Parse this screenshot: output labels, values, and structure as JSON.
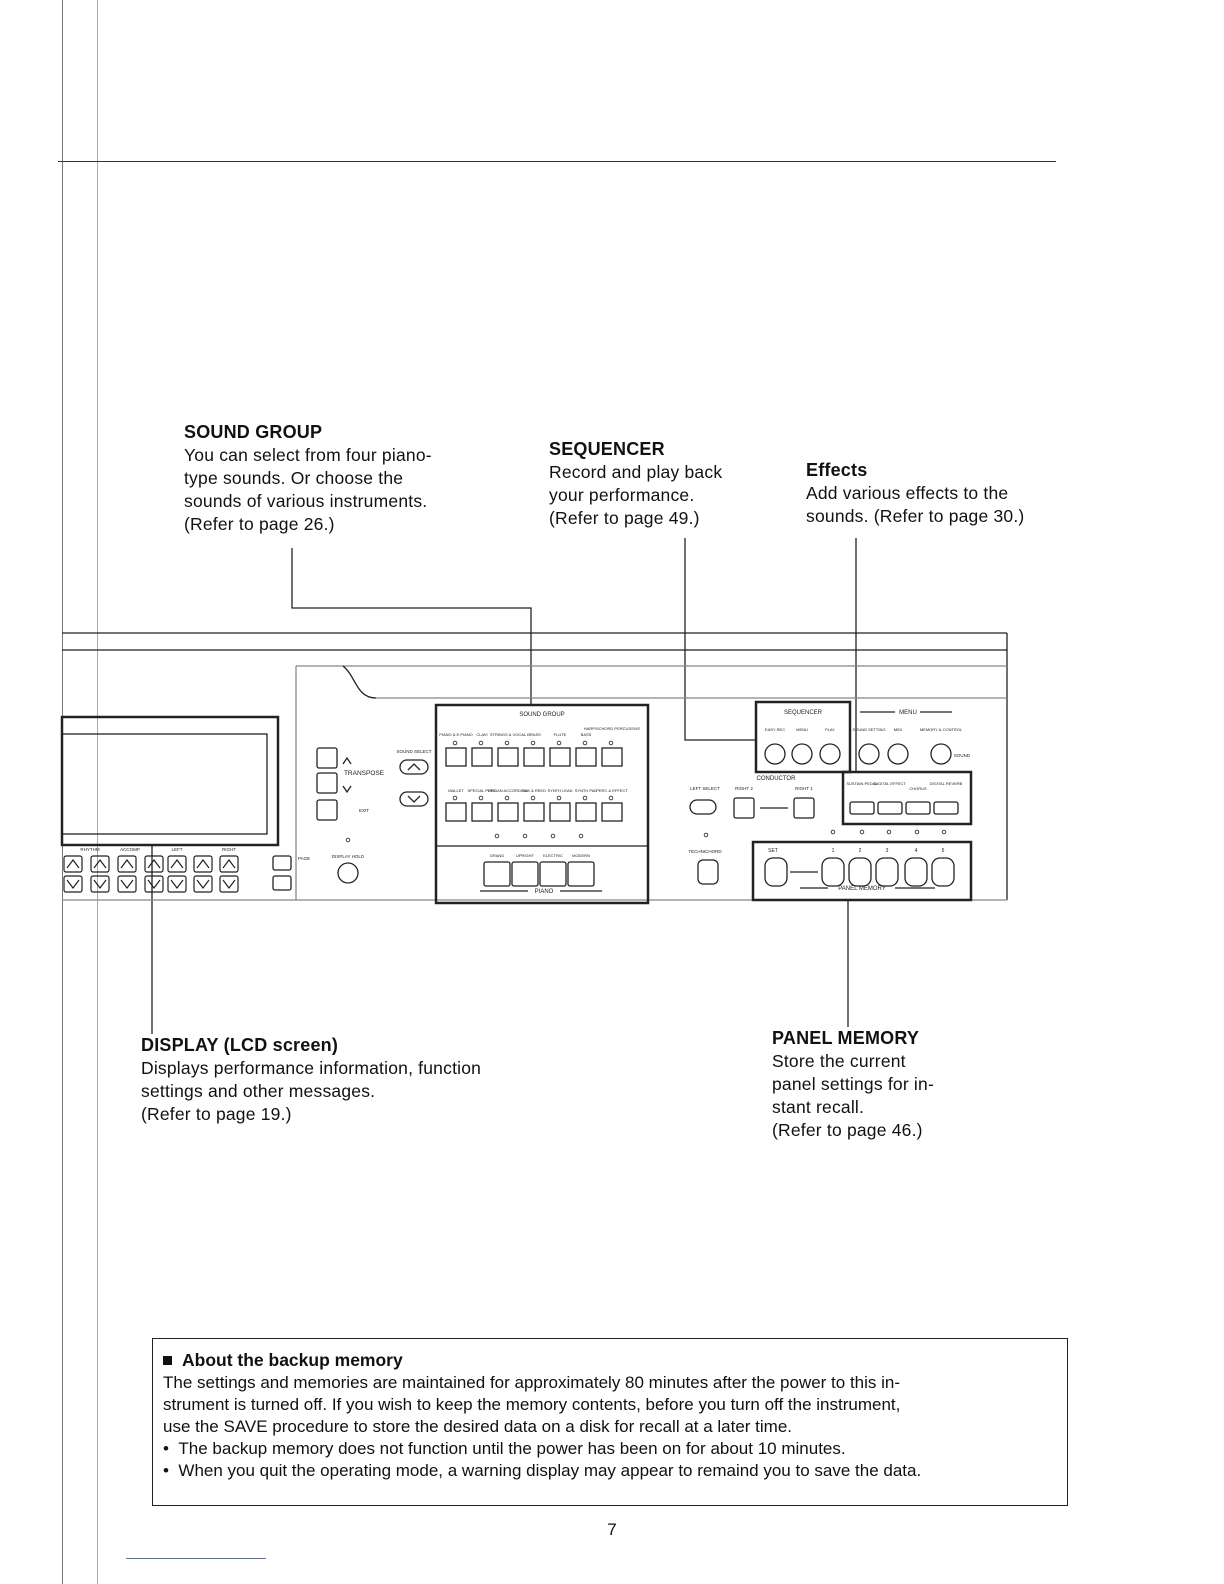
{
  "callouts": {
    "sound_group": {
      "title": "SOUND GROUP",
      "lines": [
        "You can select from four piano-",
        "type sounds. Or choose the",
        "sounds of various instruments.",
        "(Refer to page 26.)"
      ]
    },
    "sequencer": {
      "title": "SEQUENCER",
      "lines": [
        "Record and play back",
        "your performance.",
        "(Refer to page 49.)"
      ]
    },
    "effects": {
      "title": "Effects",
      "lines": [
        "Add various effects to the",
        "sounds. (Refer to page 30.)"
      ]
    },
    "display": {
      "title": "DISPLAY (LCD screen)",
      "lines": [
        "Displays performance information, function",
        "settings and other messages.",
        "(Refer to page 19.)"
      ]
    },
    "panel_memory": {
      "title": "PANEL MEMORY",
      "lines": [
        "Store the current",
        "panel settings for in-",
        "stant recall.",
        "(Refer to page 46.)"
      ]
    }
  },
  "panel": {
    "transpose": "TRANSPOSE",
    "sound_select": "SOUND SELECT",
    "exit": "EXIT",
    "page": "PAGE",
    "display_hold": "DISPLAY HOLD",
    "sound_group_label": "SOUND GROUP",
    "group_row1": [
      "PIANO & E.PIANO",
      "CLAVI",
      "STRINGS & VOCAL",
      "BRASS",
      "FLUTE",
      "BASS",
      "HARPSICHORD PERCUSSIVE"
    ],
    "group_row2": [
      "MALLET",
      "SPECIAL PERC",
      "ORGAN ACCORDION",
      "SAX & REED",
      "SYNTH LEAD",
      "SYNTH PAD",
      "PERC & EFFECT"
    ],
    "piano_buttons": [
      "GRAND",
      "UPRIGHT",
      "ELECTRIC",
      "MODERN"
    ],
    "piano_label": "PIANO",
    "left_select": "LEFT SELECT",
    "right_2": "RIGHT 2",
    "right_1": "RIGHT 1",
    "conductor": "CONDUCTOR",
    "technichord": "TECHNICHORD",
    "sequencer_label": "SEQUENCER",
    "seq_buttons": [
      "EASY REC",
      "MENU",
      "PLAY"
    ],
    "menu_label": "MENU",
    "menu_buttons": [
      "SOUND SETTING",
      "MIDI",
      "MEMORY & CONTROL"
    ],
    "sound_button": "SOUND",
    "effect_buttons": [
      "SUSTAIN PEDAL",
      "DIGITAL EFFECT",
      "CHORUS",
      "DIGITAL REVERB"
    ],
    "pm_set": "SET",
    "pm_numbers": [
      "1",
      "2",
      "3",
      "4",
      "5"
    ],
    "panel_memory_label": "PANEL MEMORY",
    "lcd_parts": [
      "RHYTHM",
      "ACCOMP",
      "LEFT",
      "RIGHT"
    ]
  },
  "note": {
    "title": "About the backup memory",
    "lines": [
      "The settings and memories are maintained for approximately 80 minutes after the power to this in-",
      "strument is turned off. If you wish to keep the memory contents, before you turn off the instrument,",
      "use the SAVE procedure to store the desired data on a disk for recall at a later time."
    ],
    "bullets": [
      "The backup memory does not function until the power has been on for about 10 minutes.",
      "When you quit the operating mode, a warning display may appear to remaind you to save the data."
    ]
  },
  "page_number": "7"
}
